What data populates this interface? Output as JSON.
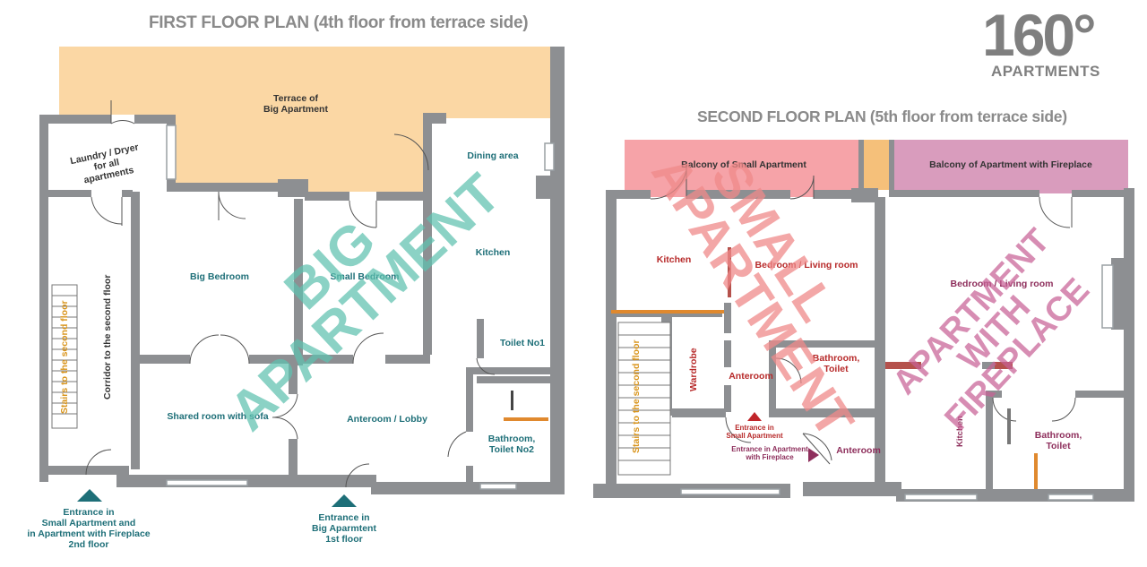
{
  "logo": {
    "number": "160°",
    "word": "APARTMENTS",
    "color": "#7f7f7f"
  },
  "colors": {
    "wall": "#8d8f92",
    "terrace": "#fbd7a4",
    "balcony_small": "#f6a3a8",
    "balcony_fireplace": "#d99cbd",
    "balcony_mid": "#f5c07a",
    "watermark_big": "#5fc2b0",
    "watermark_small": "#f08a8a",
    "watermark_fireplace": "#c86296",
    "teal_label": "#1e6f78",
    "red_label": "#b72a2a",
    "plum_label": "#8e2f5c",
    "orange_label": "#d9941a"
  },
  "first_floor": {
    "title": "FIRST FLOOR PLAN (4th floor from terrace side)",
    "rooms": {
      "terrace": "Terrace of\nBig Apartment",
      "laundry": "Laundry / Dryer\nfor all\napartments",
      "dining": "Dining area",
      "kitchen": "Kitchen",
      "big_bedroom": "Big Bedroom",
      "small_bedroom": "Small Bedroom",
      "corridor": "Corridor to the second floor",
      "stairs": "Stairs to the second floor",
      "toilet1": "Toilet No1",
      "shared": "Shared room with sofa",
      "anteroom": "Anteroom / Lobby",
      "bath2": "Bathroom,\nToilet No2"
    },
    "entrances": {
      "left": "Entrance in\nSmall Apartment and\nin Apartment with Fireplace\n2nd floor",
      "right": "Entrance in\nBig Aparmtent\n1st floor"
    },
    "watermark": "BIG APARTMENT"
  },
  "second_floor": {
    "title": "SECOND FLOOR PLAN (5th floor from terrace side)",
    "rooms": {
      "balcony_small": "Balcony of Small Apartment",
      "balcony_fireplace": "Balcony of Apartment with Fireplace",
      "kitchen_small": "Kitchen",
      "bedroom_small": "Bedroom / Living room",
      "bedroom_fireplace": "Bedroom / Living room",
      "wardrobe": "Wardrobe",
      "anteroom_small": "Anteroom",
      "bath_small": "Bathroom,\nToilet",
      "stairs": "Stairs to the second floor",
      "anteroom_fireplace": "Anteroom",
      "kitchen_fireplace": "Kitchen",
      "bath_fireplace": "Bathroom,\nToilet"
    },
    "entrances": {
      "small": "Entrance in\nSmall Apartment",
      "fireplace": "Entrance in Apartment\nwith Fireplace"
    },
    "watermark_small": "SMALL\nAPARTMENT",
    "watermark_fireplace": "APARTMENT\nWITH\nFIREPLACE"
  }
}
